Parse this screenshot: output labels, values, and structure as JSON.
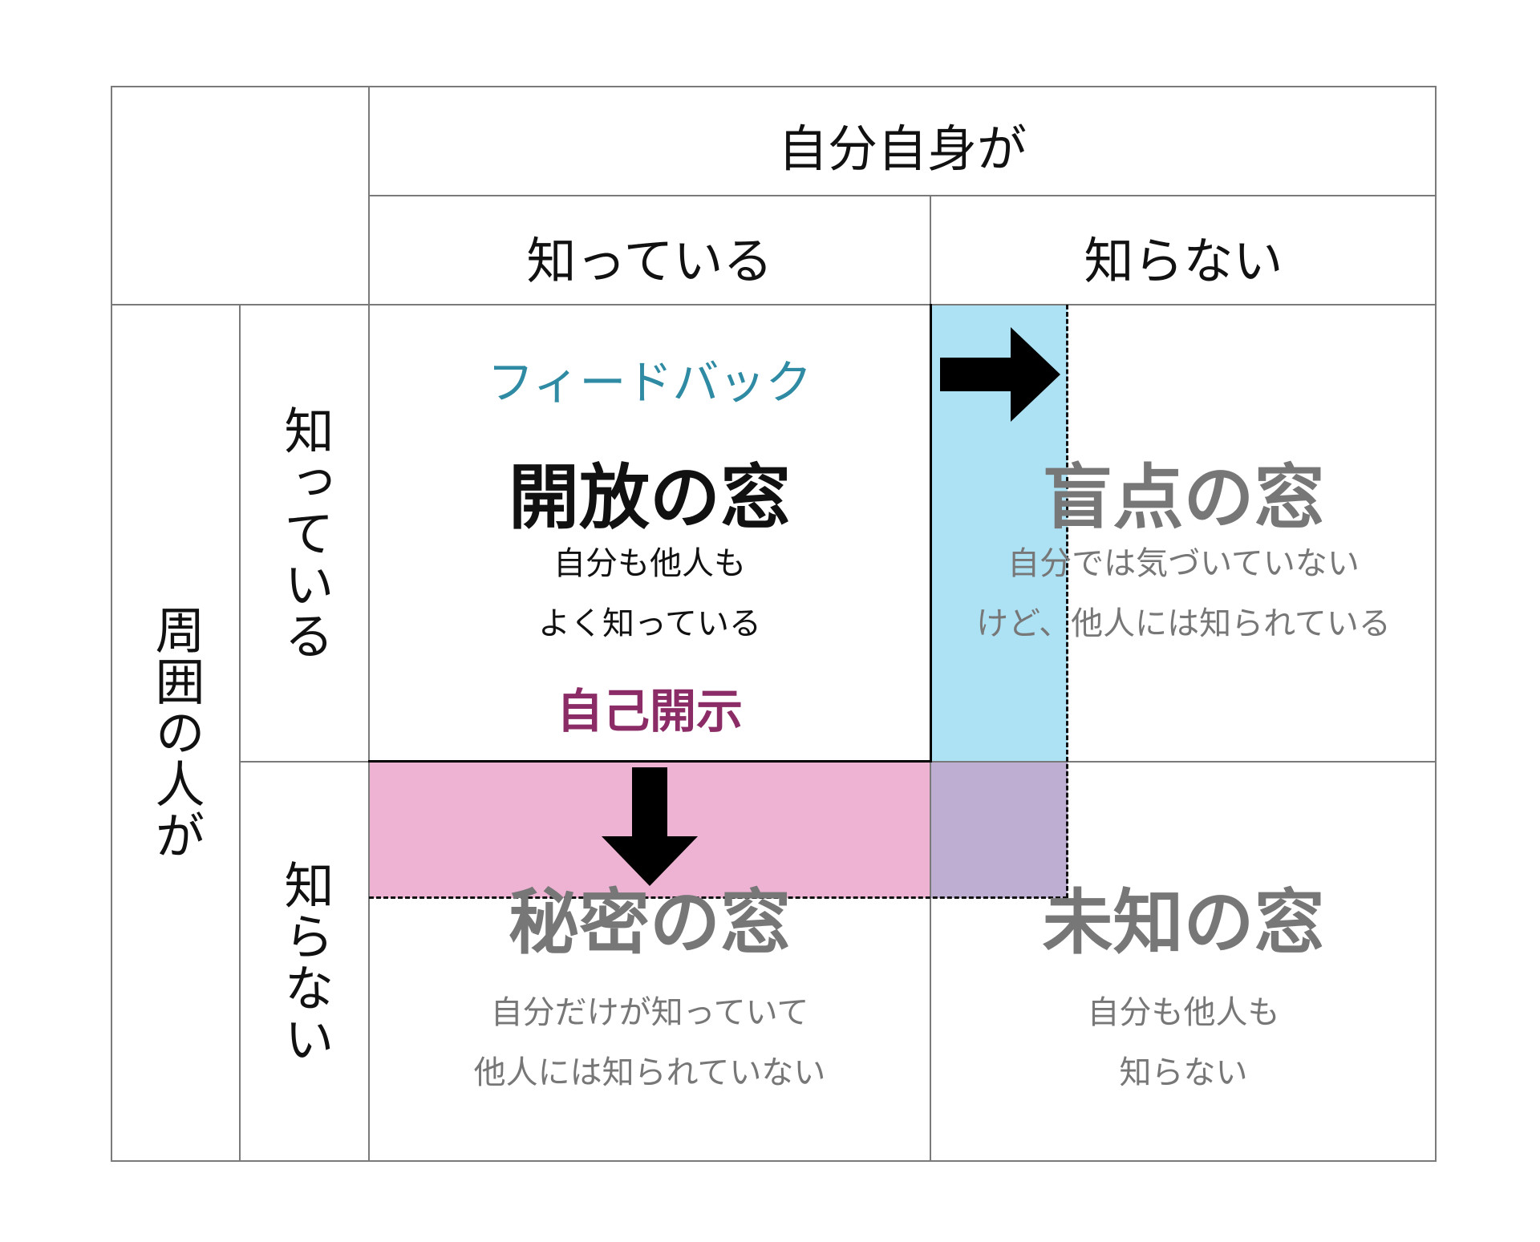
{
  "header": {
    "self": "自分自身が",
    "self_known": "知っている",
    "self_unknown": "知らない",
    "others": "周囲の人が",
    "others_known": "知っている",
    "others_unknown": "知らない"
  },
  "quadrants": {
    "open": {
      "title": "開放の窓",
      "desc1": "自分も他人も",
      "desc2": "よく知っている"
    },
    "blind": {
      "title": "盲点の窓",
      "desc1": "自分では気づいていない",
      "desc2": "けど、他人には知られている"
    },
    "hidden": {
      "title": "秘密の窓",
      "desc1": "自分だけが知っていて",
      "desc2": "他人には知られていない"
    },
    "unknown": {
      "title": "未知の窓",
      "desc1": "自分も他人も",
      "desc2": "知らない"
    }
  },
  "feedback_label": "フィードバック",
  "disclosure_label": "自己開示",
  "icons": {
    "right_arrow": "right-arrow-icon",
    "down_arrow": "down-arrow-icon"
  },
  "colors": {
    "feedback": "#2f8aa3",
    "disclosure": "#8b2c66",
    "blue_fill": "#ade2f5",
    "pink_fill": "#eeb3d3",
    "purple_fill": "#beaed2",
    "faded_text": "#777777",
    "text": "#111111"
  }
}
